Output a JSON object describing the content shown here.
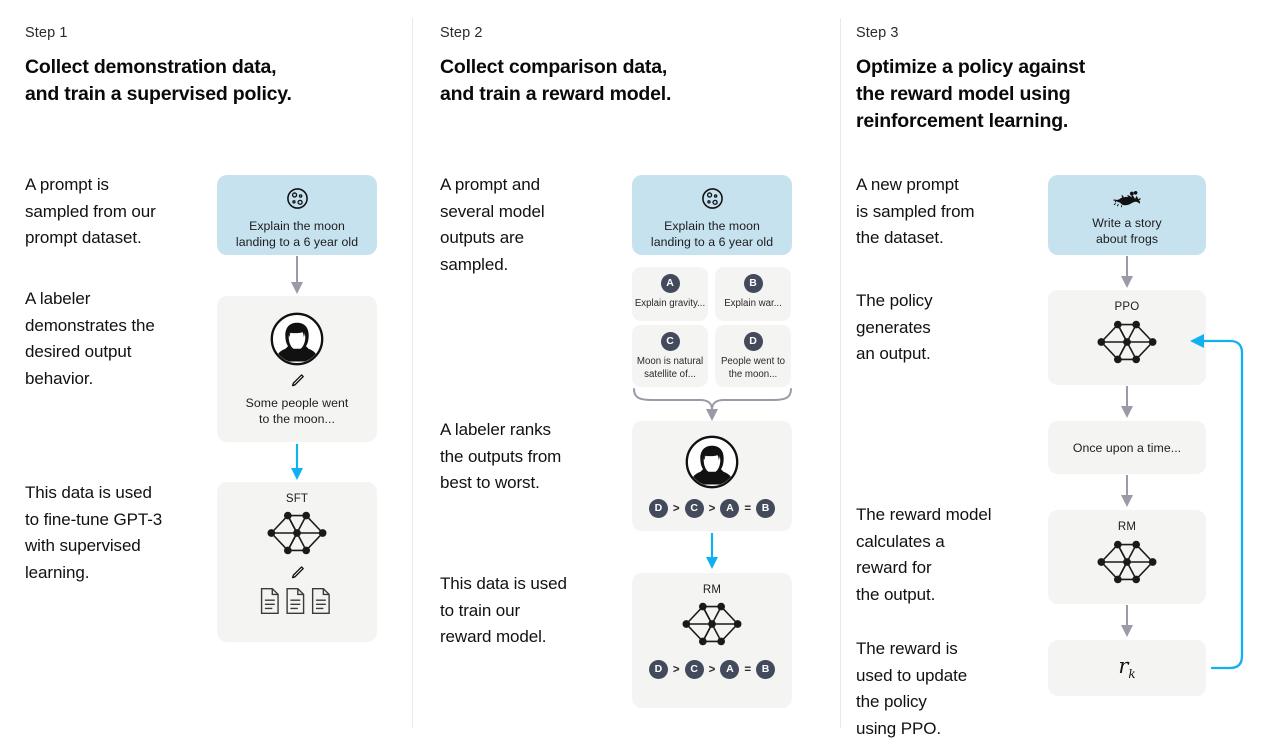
{
  "diagram": {
    "title": "InstructGPT / RLHF three-step training diagram",
    "colors": {
      "prompt_card_blue": "#c6e2ef",
      "model_card_grey": "#f4f4f2",
      "badge_slate": "#434a5c",
      "arrow_grey": "#9a9aa8",
      "arrow_blue": "#12b0f0",
      "divider": "#e9e9e9"
    }
  },
  "steps": [
    {
      "label": "Step 1",
      "title": "Collect demonstration data,\nand train a supervised policy.",
      "paragraphs": [
        "A prompt is\nsampled from our\nprompt dataset.",
        "A labeler\ndemonstrates the\ndesired output\nbehavior.",
        "This data is used\nto fine-tune GPT-3\nwith supervised\nlearning."
      ],
      "cards": [
        {
          "kind": "prompt",
          "icon": "moon-icon",
          "caption": "Explain the moon\nlanding to a 6 year old"
        },
        {
          "kind": "labeler",
          "icon": "labeler-avatar-icon",
          "sub_icon": "pencil-icon",
          "caption": "Some people went\nto the moon..."
        },
        {
          "kind": "model",
          "tag": "SFT",
          "icon": "neural-network-icon",
          "sub_icon": "pencil-icon",
          "extra_icon": "documents-icon"
        }
      ]
    },
    {
      "label": "Step 2",
      "title": "Collect comparison data,\nand train a reward model.",
      "paragraphs": [
        "A prompt and\nseveral model\noutputs are\nsampled.",
        "A labeler ranks\nthe outputs from\nbest to worst.",
        "This data is used\nto train our\nreward model."
      ],
      "cards": [
        {
          "kind": "prompt",
          "icon": "moon-icon",
          "caption": "Explain the moon\nlanding to a 6 year old"
        },
        {
          "kind": "labeler",
          "icon": "labeler-avatar-icon",
          "ranking": [
            "D",
            ">",
            "C",
            ">",
            "A",
            "=",
            "B"
          ]
        },
        {
          "kind": "model",
          "tag": "RM",
          "icon": "neural-network-icon",
          "ranking": [
            "D",
            ">",
            "C",
            ">",
            "A",
            "=",
            "B"
          ]
        }
      ],
      "outputs": [
        {
          "letter": "A",
          "text": "Explain gravity..."
        },
        {
          "letter": "B",
          "text": "Explain war..."
        },
        {
          "letter": "C",
          "text": "Moon is natural\nsatellite of..."
        },
        {
          "letter": "D",
          "text": "People went to\nthe moon..."
        }
      ]
    },
    {
      "label": "Step 3",
      "title": "Optimize a policy against\nthe reward model using\nreinforcement learning.",
      "paragraphs": [
        "A new prompt\nis sampled from\nthe dataset.",
        "The policy\ngenerates\nan output.",
        "The reward model\ncalculates a\nreward for\nthe output.",
        "The reward is\nused to update\nthe policy\nusing PPO."
      ],
      "cards": [
        {
          "kind": "prompt",
          "icon": "frog-icon",
          "caption": "Write a story\nabout frogs"
        },
        {
          "kind": "model",
          "tag": "PPO",
          "icon": "neural-network-icon"
        },
        {
          "kind": "output",
          "caption": "Once upon a time..."
        },
        {
          "kind": "model",
          "tag": "RM",
          "icon": "neural-network-icon"
        },
        {
          "kind": "reward",
          "symbol": "r",
          "subscript": "k"
        }
      ]
    }
  ]
}
